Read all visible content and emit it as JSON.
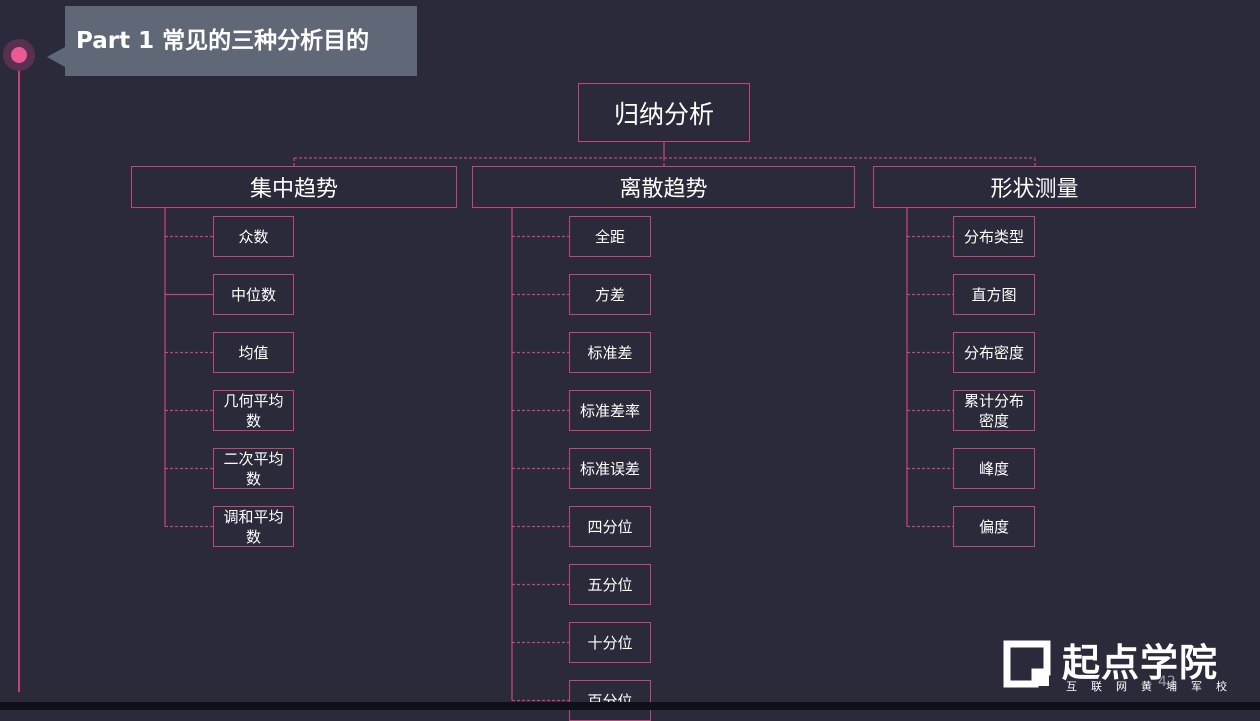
{
  "section": {
    "part_label": "Part 1  常见的三种分析目的"
  },
  "diagram": {
    "root": "归纳分析",
    "categories": [
      {
        "label": "集中趋势",
        "items": [
          "众数",
          "中位数",
          "均值",
          "几何平均数",
          "二次平均数",
          "调和平均数"
        ]
      },
      {
        "label": "离散趋势",
        "items": [
          "全距",
          "方差",
          "标准差",
          "标准差率",
          "标准误差",
          "四分位",
          "五分位",
          "十分位",
          "百分位"
        ]
      },
      {
        "label": "形状测量",
        "items": [
          "分布类型",
          "直方图",
          "分布密度",
          "累计分布密度",
          "峰度",
          "偏度"
        ]
      }
    ]
  },
  "logo": {
    "title": "起点学院",
    "subtitle": "互联网黄埔军校"
  },
  "page_number": "42",
  "colors": {
    "background": "#2b2a3a",
    "accent": "#c2447a",
    "dot": "#ec5a96",
    "banner": "#606878"
  }
}
